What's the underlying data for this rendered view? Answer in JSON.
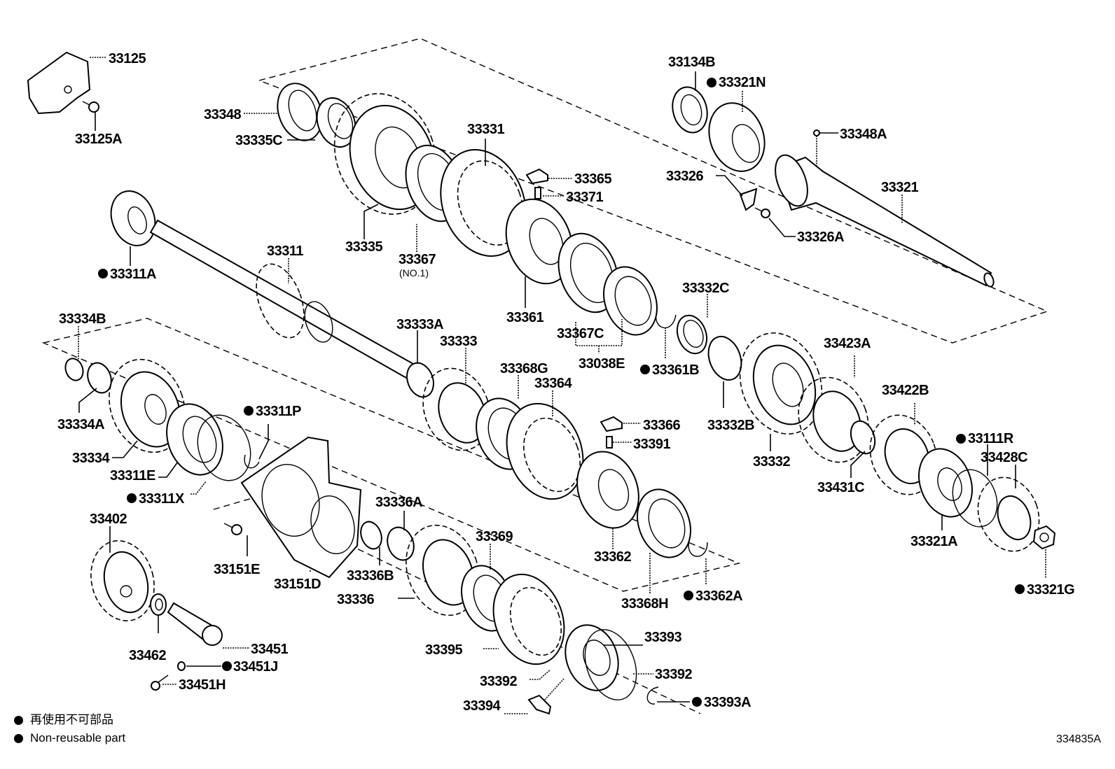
{
  "diagram": {
    "title": "Transmission gear parts exploded view",
    "illustration_code": "334835A",
    "legend": {
      "japanese": "再使用不可部品",
      "english": "Non-reusable part"
    },
    "parts": {
      "p33125": {
        "code": "33125",
        "non_reusable": false
      },
      "p33125A": {
        "code": "33125A",
        "non_reusable": false
      },
      "p33348": {
        "code": "33348",
        "non_reusable": false
      },
      "p33335C": {
        "code": "33335C",
        "non_reusable": false
      },
      "p33335": {
        "code": "33335",
        "non_reusable": false
      },
      "p33331": {
        "code": "33331",
        "non_reusable": false
      },
      "p33367": {
        "code": "33367",
        "note": "(NO.1)",
        "non_reusable": false
      },
      "p33365": {
        "code": "33365",
        "non_reusable": false
      },
      "p33371": {
        "code": "33371",
        "non_reusable": false
      },
      "p33311A": {
        "code": "33311A",
        "non_reusable": true
      },
      "p33311": {
        "code": "33311",
        "non_reusable": false
      },
      "p33361": {
        "code": "33361",
        "non_reusable": false
      },
      "p33367C": {
        "code": "33367C",
        "non_reusable": false
      },
      "p33038E": {
        "code": "33038E",
        "non_reusable": false
      },
      "p33361B": {
        "code": "33361B",
        "non_reusable": true
      },
      "p33332C": {
        "code": "33332C",
        "non_reusable": false
      },
      "p33134B": {
        "code": "33134B",
        "non_reusable": false
      },
      "p33321N": {
        "code": "33321N",
        "non_reusable": true
      },
      "p33348A": {
        "code": "33348A",
        "non_reusable": false
      },
      "p33326": {
        "code": "33326",
        "non_reusable": false
      },
      "p33326A": {
        "code": "33326A",
        "non_reusable": false
      },
      "p33321": {
        "code": "33321",
        "non_reusable": false
      },
      "p33334B": {
        "code": "33334B",
        "non_reusable": false
      },
      "p33334A": {
        "code": "33334A",
        "non_reusable": false
      },
      "p33334": {
        "code": "33334",
        "non_reusable": false
      },
      "p33311E": {
        "code": "33311E",
        "non_reusable": false
      },
      "p33311P": {
        "code": "33311P",
        "non_reusable": true
      },
      "p33311X": {
        "code": "33311X",
        "non_reusable": true
      },
      "p33333A": {
        "code": "33333A",
        "non_reusable": false
      },
      "p33333": {
        "code": "33333",
        "non_reusable": false
      },
      "p33368G": {
        "code": "33368G",
        "non_reusable": false
      },
      "p33364": {
        "code": "33364",
        "non_reusable": false
      },
      "p33366": {
        "code": "33366",
        "non_reusable": false
      },
      "p33391": {
        "code": "33391",
        "non_reusable": false
      },
      "p33362": {
        "code": "33362",
        "non_reusable": false
      },
      "p33368H": {
        "code": "33368H",
        "non_reusable": false
      },
      "p33362A": {
        "code": "33362A",
        "non_reusable": true
      },
      "p33332B": {
        "code": "33332B",
        "non_reusable": false
      },
      "p33332": {
        "code": "33332",
        "non_reusable": false
      },
      "p33423A": {
        "code": "33423A",
        "non_reusable": false
      },
      "p33431C": {
        "code": "33431C",
        "non_reusable": false
      },
      "p33422B": {
        "code": "33422B",
        "non_reusable": false
      },
      "p33111R": {
        "code": "33111R",
        "non_reusable": true
      },
      "p33428C": {
        "code": "33428C",
        "non_reusable": false
      },
      "p33321A": {
        "code": "33321A",
        "non_reusable": false
      },
      "p33321G": {
        "code": "33321G",
        "non_reusable": true
      },
      "p33402": {
        "code": "33402",
        "non_reusable": false
      },
      "p33151E": {
        "code": "33151E",
        "non_reusable": false
      },
      "p33151D": {
        "code": "33151D",
        "non_reusable": false
      },
      "p33336A": {
        "code": "33336A",
        "non_reusable": false
      },
      "p33336B": {
        "code": "33336B",
        "non_reusable": false
      },
      "p33336": {
        "code": "33336",
        "non_reusable": false
      },
      "p33369": {
        "code": "33369",
        "non_reusable": false
      },
      "p33395": {
        "code": "33395",
        "non_reusable": false
      },
      "p33393": {
        "code": "33393",
        "non_reusable": false
      },
      "p33392a": {
        "code": "33392",
        "non_reusable": false
      },
      "p33392b": {
        "code": "33392",
        "non_reusable": false
      },
      "p33394": {
        "code": "33394",
        "non_reusable": false
      },
      "p33393A": {
        "code": "33393A",
        "non_reusable": true
      },
      "p33462": {
        "code": "33462",
        "non_reusable": false
      },
      "p33451": {
        "code": "33451",
        "non_reusable": false
      },
      "p33451J": {
        "code": "33451J",
        "non_reusable": true
      },
      "p33451H": {
        "code": "33451H",
        "non_reusable": false
      }
    }
  }
}
